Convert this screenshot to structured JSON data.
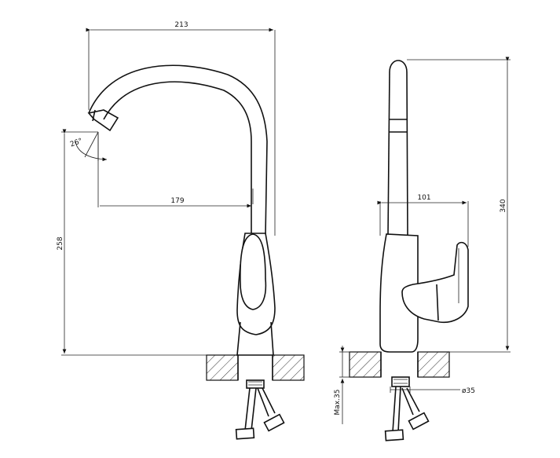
{
  "dimensions": {
    "spout_reach": "213",
    "spout_offset": "179",
    "outlet_height": "258",
    "spout_angle": "26°",
    "side_depth": "101",
    "total_height": "340",
    "max_thickness": "Max.35",
    "hole_diameter": "ø35"
  }
}
